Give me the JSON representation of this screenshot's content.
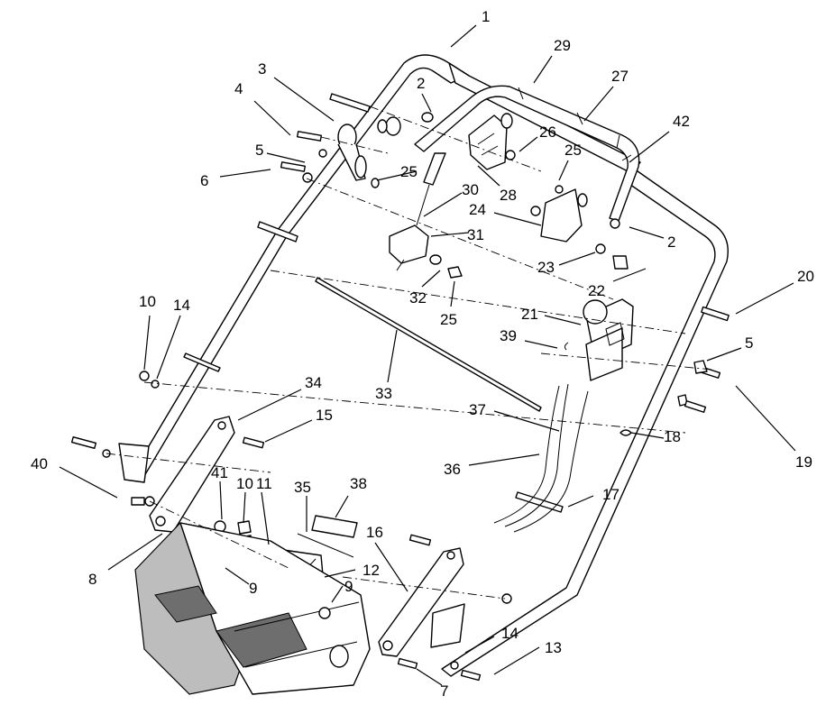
{
  "callouts": [
    {
      "id": "c1",
      "text": "1"
    },
    {
      "id": "c29",
      "text": "29"
    },
    {
      "id": "c27",
      "text": "27"
    },
    {
      "id": "c42",
      "text": "42"
    },
    {
      "id": "c3",
      "text": "3"
    },
    {
      "id": "c4",
      "text": "4"
    },
    {
      "id": "c2a",
      "text": "2"
    },
    {
      "id": "c26",
      "text": "26"
    },
    {
      "id": "c25a",
      "text": "25"
    },
    {
      "id": "c5a",
      "text": "5"
    },
    {
      "id": "c25b",
      "text": "25"
    },
    {
      "id": "c6",
      "text": "6"
    },
    {
      "id": "c28",
      "text": "28"
    },
    {
      "id": "c30",
      "text": "30"
    },
    {
      "id": "c24",
      "text": "24"
    },
    {
      "id": "c2b",
      "text": "2"
    },
    {
      "id": "c31",
      "text": "31"
    },
    {
      "id": "c23",
      "text": "23"
    },
    {
      "id": "c20",
      "text": "20"
    },
    {
      "id": "c22",
      "text": "22"
    },
    {
      "id": "c32",
      "text": "32"
    },
    {
      "id": "c25c",
      "text": "25"
    },
    {
      "id": "c10a",
      "text": "10"
    },
    {
      "id": "c14a",
      "text": "14"
    },
    {
      "id": "c21",
      "text": "21"
    },
    {
      "id": "c39",
      "text": "39"
    },
    {
      "id": "c5b",
      "text": "5"
    },
    {
      "id": "c33",
      "text": "33"
    },
    {
      "id": "c34",
      "text": "34"
    },
    {
      "id": "c19",
      "text": "19"
    },
    {
      "id": "c15",
      "text": "15"
    },
    {
      "id": "c37",
      "text": "37"
    },
    {
      "id": "c18",
      "text": "18"
    },
    {
      "id": "c40",
      "text": "40"
    },
    {
      "id": "c36",
      "text": "36"
    },
    {
      "id": "c41",
      "text": "41"
    },
    {
      "id": "c10b",
      "text": "10"
    },
    {
      "id": "c11",
      "text": "11"
    },
    {
      "id": "c35",
      "text": "35"
    },
    {
      "id": "c38",
      "text": "38"
    },
    {
      "id": "c17",
      "text": "17"
    },
    {
      "id": "c16",
      "text": "16"
    },
    {
      "id": "c8",
      "text": "8"
    },
    {
      "id": "c12",
      "text": "12"
    },
    {
      "id": "c9a",
      "text": "9"
    },
    {
      "id": "c9b",
      "text": "9"
    },
    {
      "id": "c14b",
      "text": "14"
    },
    {
      "id": "c13",
      "text": "13"
    },
    {
      "id": "c7",
      "text": "7"
    }
  ]
}
